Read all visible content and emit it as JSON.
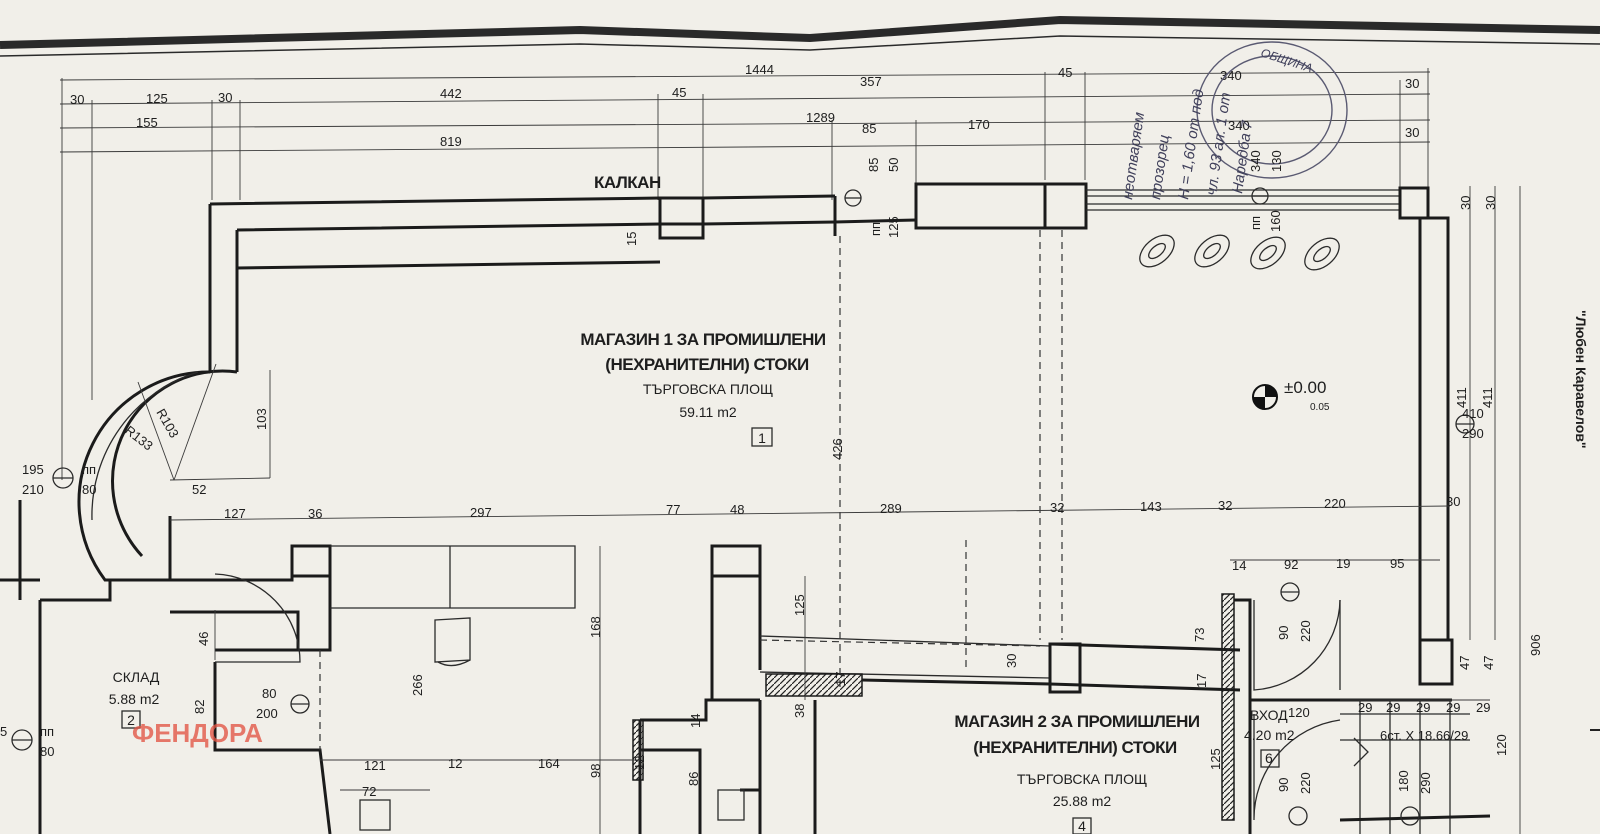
{
  "rooms": {
    "shop1": {
      "line1": "МАГАЗИН 1 ЗА ПРОМИШЛЕНИ",
      "line2": "(НЕХРАНИТЕЛНИ) СТОКИ",
      "use": "ТЪРГОВСКА ПЛОЩ",
      "area": "59.11 m2",
      "number": "1"
    },
    "shop2": {
      "line1": "МАГАЗИН 2 ЗА ПРОМИШЛЕНИ",
      "line2": "(НЕХРАНИТЕЛНИ) СТОКИ",
      "use": "ТЪРГОВСКА ПЛОЩ",
      "area": "25.88 m2",
      "number": "4"
    },
    "storage": {
      "name": "СКЛАД",
      "area": "5.88 m2",
      "number": "2"
    },
    "entrance": {
      "name": "ВХОД",
      "area": "4.20 m2",
      "number": "6"
    }
  },
  "labels": {
    "gable": "КАЛКАН",
    "level": "±0.00",
    "level_sub": "0.05",
    "stairs": "6ст. Х 18.66/29",
    "street": "\"Любен Каравелов\"",
    "watermark": "ФЕНДОРА"
  },
  "dims_top": {
    "d1444": "1444",
    "d30a": "30",
    "d125": "125",
    "d30b": "30",
    "d442": "442",
    "d45a": "45",
    "d357": "357",
    "d45b": "45",
    "d30c": "30",
    "d155": "155",
    "d1289": "1289",
    "d85": "85",
    "d170": "170",
    "d340a": "340",
    "d30d": "30",
    "d819": "819",
    "d340b": "340"
  },
  "dims_inner": {
    "d15": "15",
    "d85v": "85",
    "d50v": "50",
    "pp1": "пп",
    "d125v": "125",
    "pp2": "пп",
    "d160v": "160",
    "d340v": "340",
    "d130v": "130",
    "r103": "R103",
    "r133": "R133",
    "d103": "103",
    "d52": "52",
    "d195": "195",
    "d210": "210",
    "pp3": "пп",
    "d80a": "80",
    "d426": "426"
  },
  "dims_mid": {
    "d127": "127",
    "d36": "36",
    "d297": "297",
    "d77": "77",
    "d48": "48",
    "d289": "289",
    "d32a": "32",
    "d143": "143",
    "d32b": "32",
    "d220": "220",
    "d30e": "30",
    "d14": "14",
    "d92": "92",
    "d19": "19",
    "d95": "95",
    "d411a": "411",
    "d411b": "411",
    "d410": "410",
    "d290a": "290",
    "d30f": "30",
    "d30g": "30",
    "d47a": "47",
    "d47b": "47",
    "d906": "906"
  },
  "dims_low": {
    "d46": "46",
    "d82": "82",
    "d80b": "80",
    "d200": "200",
    "d266": "266",
    "d168": "168",
    "d125b": "125",
    "d30h": "30",
    "d73": "73",
    "d17a": "17",
    "d17b": "17",
    "d38": "38",
    "d14b": "14",
    "d90a": "90",
    "d220b": "220",
    "d120a": "120",
    "d29a": "29",
    "d29b": "29",
    "d29c": "29",
    "d29d": "29",
    "d29e": "29",
    "d120b": "120",
    "d121": "121",
    "d12a": "12",
    "d164": "164",
    "d72": "72",
    "d98": "98",
    "d12b": "12",
    "d86": "86",
    "d125c": "125",
    "d90b": "90",
    "d220c": "220",
    "d180": "180",
    "d290b": "290",
    "d5": "5",
    "pp4": "пп",
    "d80c": "80"
  },
  "annotation": {
    "l1": "неотваряем",
    "l2": "прозорец",
    "l3": "Н = 1,60 от под",
    "l4": "чл. 93 ал. 1 от",
    "l5": "Наредба 7"
  },
  "stamp": {
    "text": "ОБЩИНА"
  }
}
